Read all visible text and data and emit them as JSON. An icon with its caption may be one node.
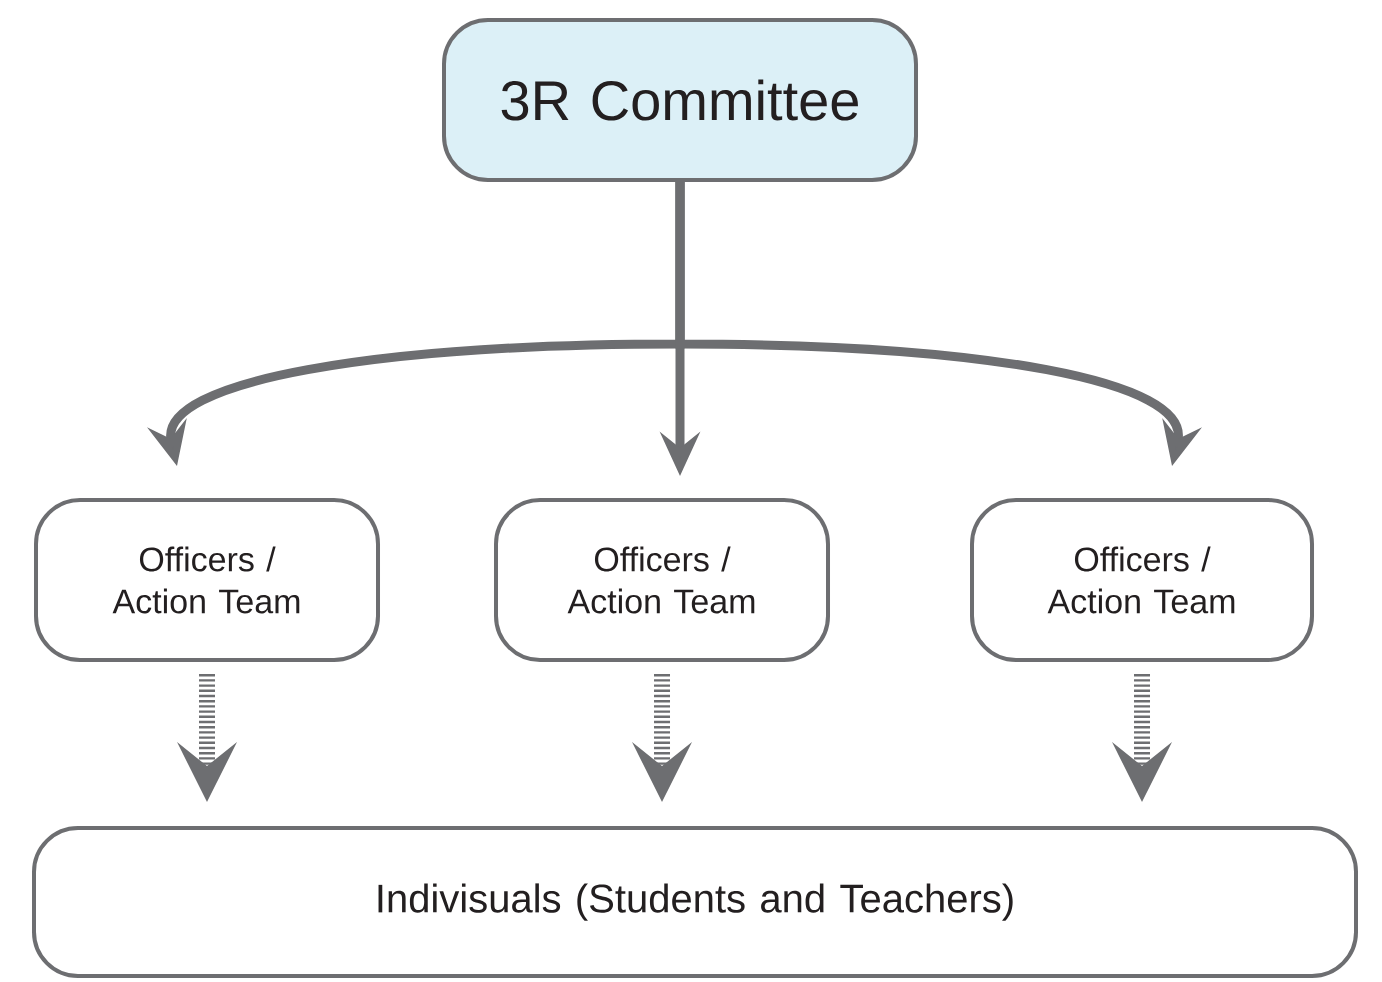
{
  "diagram": {
    "nodes": [
      {
        "text": [
          "3R Committee"
        ]
      },
      {
        "text": [
          "Officers / Action Team"
        ]
      },
      {
        "text": [
          "Officers / Action Team"
        ]
      },
      {
        "text": [
          "Officers / Action Team"
        ]
      },
      {
        "text": [
          "Indivisuals (Students and Teachers)"
        ]
      }
    ],
    "edges": [
      {
        "from": 0,
        "to": 1,
        "arrow": "to"
      },
      {
        "from": 0,
        "to": 2,
        "arrow": "to"
      },
      {
        "from": 0,
        "to": 3,
        "arrow": "to"
      },
      {
        "from": 1,
        "to": 4,
        "arrow": "to",
        "style": "dashed"
      },
      {
        "from": 2,
        "to": 4,
        "arrow": "to",
        "style": "dashed"
      },
      {
        "from": 3,
        "to": 4,
        "arrow": "to",
        "style": "dashed"
      }
    ]
  }
}
